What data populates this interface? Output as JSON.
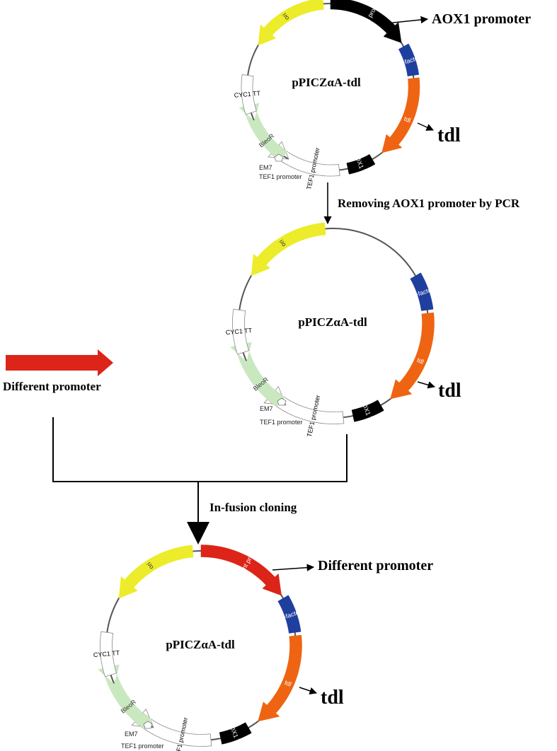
{
  "colors": {
    "ori": "#ecec2a",
    "aox1_promoter": "#000000",
    "alpha_factor": "#1f3f9e",
    "tdl": "#ee6412",
    "aox1_tt": "#000000",
    "tef1": "#ffffff",
    "bleor": "#c9e8c0",
    "cyc1_tt": "#ffffff",
    "different_promoter": "#dc2418",
    "backbone": "#555555"
  },
  "plasmid_top": {
    "name": "pPICZαA-tdl",
    "features": {
      "ori": "ori",
      "promoter": "AOX1 promoter",
      "alpha": "α-factor",
      "tdl": "tdl",
      "aox1tt": "AOX1 TT",
      "tef1": "TEF1 promoter",
      "em7": "EM7",
      "bleor": "BleoR",
      "cyc1": "CYC1 TT"
    },
    "callouts": {
      "promoter": "AOX1 promoter",
      "tdl": "tdl"
    }
  },
  "step1": "Removing  AOX1 promoter by PCR",
  "plasmid_mid": {
    "name": "pPICZαA-tdl",
    "features": {
      "ori": "ori",
      "alpha": "α-factor",
      "tdl": "tdl",
      "aox1tt": "AOX1 TT",
      "tef1": "TEF1 promoter",
      "em7": "EM7",
      "bleor": "BleoR",
      "cyc1": "CYC1 TT"
    },
    "callouts": {
      "tdl": "tdl"
    }
  },
  "insert_label": "Different promoter",
  "step2": "In-fusion cloning",
  "plasmid_bot": {
    "name": "pPICZαA-tdl",
    "features": {
      "ori": "ori",
      "promoter": "Different promoter",
      "alpha": "α-factor",
      "tdl": "tdl",
      "aox1tt": "AOX1 TT",
      "tef1": "TEF1 promoter",
      "em7": "EM7",
      "bleor": "BleoR",
      "cyc1": "CYC1 TT"
    },
    "callouts": {
      "promoter": "Different promoter",
      "tdl": "tdl"
    }
  }
}
